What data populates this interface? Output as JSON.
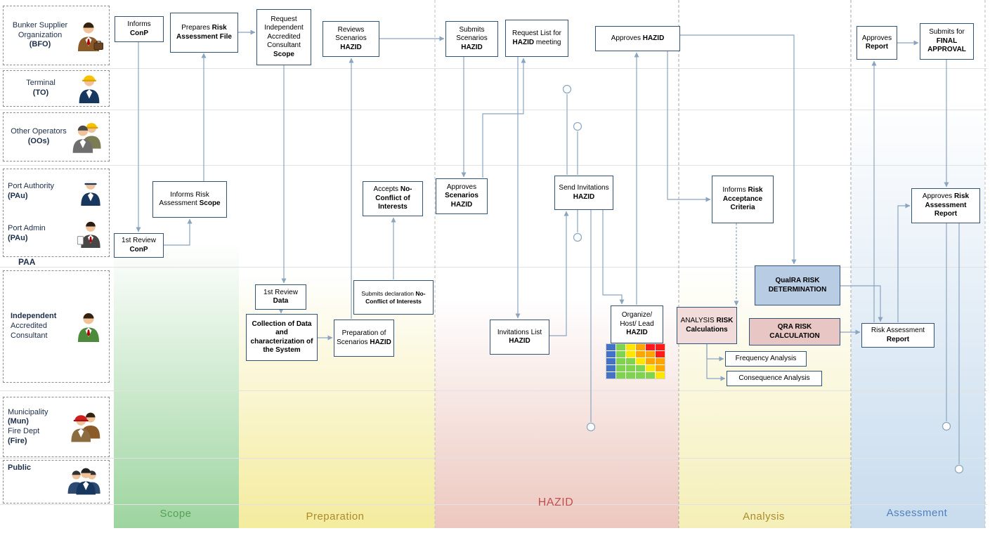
{
  "lanes": {
    "bfo": {
      "label": "Bunker Supplier Organization",
      "abbr": "(BFO)"
    },
    "terminal": {
      "label": "Terminal",
      "abbr": "(TO)"
    },
    "oos": {
      "label": "Other Operators",
      "abbr": "(OOs)"
    },
    "paa": {
      "row1_label": "Port Authority",
      "row1_abbr": "(PAu)",
      "row2_label": "Port Admin",
      "row2_abbr": "(PAu)",
      "group_label": "PAA"
    },
    "consultant": {
      "bold": "Independent",
      "rest": "Accredited Consultant"
    },
    "municipality": {
      "l1": "Municipality",
      "a1": "(Mun)",
      "l2": "Fire Dept",
      "a2": "(Fire)"
    },
    "public": {
      "label": "Public"
    }
  },
  "phases": {
    "scope": {
      "label": "Scope",
      "text_color": "#54a058",
      "band_color": "#92d094"
    },
    "preparation": {
      "label": "Preparation",
      "text_color": "#ac8b2f",
      "band_color": "#f2e88c"
    },
    "hazid": {
      "label": "HAZID",
      "text_color": "#c0504d",
      "band_color": "#e9beb4"
    },
    "analysis": {
      "label": "Analysis",
      "text_color": "#ac8b2f",
      "band_color": "#f3ecaa"
    },
    "assessment": {
      "label": "Assessment",
      "text_color": "#4f81bd",
      "band_color": "#c2d8ec"
    }
  },
  "nodes": {
    "informs_conp": {
      "t": "Informs",
      "b": "ConP"
    },
    "prepares_raf": {
      "t": "Prepares",
      "b": "Risk Assessment File"
    },
    "request_consultant": {
      "t": "Request Independent Accredited Consultant",
      "b": "Scope"
    },
    "reviews_scenarios": {
      "t": "Reviews Scenarios",
      "b": "HAZID"
    },
    "submits_scenarios": {
      "t": "Submits Scenarios",
      "b": "HAZID"
    },
    "request_list": {
      "t": "Request List for",
      "b": "HAZID",
      "t2": "meeting"
    },
    "approves_hazid": {
      "t": "Approves",
      "b": "HAZID"
    },
    "approves_report": {
      "t": "Approves",
      "b": "Report"
    },
    "submits_final": {
      "t": "Submits for",
      "b": "FINAL APPROVAL"
    },
    "informs_ra_scope": {
      "t": "Informs Risk Assessment",
      "b": "Scope"
    },
    "first_review_conp": {
      "t": "1st Review",
      "b": "ConP"
    },
    "accepts_no_conflict": {
      "t": "Accepts",
      "b": "No-Conflict of Interests"
    },
    "approves_scenarios": {
      "t": "Approves",
      "b": "Scenarios HAZID"
    },
    "send_invitations": {
      "t": "Send Invitations",
      "b": "HAZID"
    },
    "informs_criteria": {
      "t": "Informs",
      "b": "Risk Acceptance Criteria"
    },
    "approves_ra_report": {
      "t": "Approves",
      "b": "Risk Assessment Report"
    },
    "first_review_data": {
      "t": "1st Review",
      "b": "Data"
    },
    "submits_declaration": {
      "t": "Submits declaration",
      "b": "No-Conflict of Interests"
    },
    "collection_data": {
      "b": "Collection of Data and characterization of the System"
    },
    "preparation_scenarios": {
      "t": "Preparation of Scenarios",
      "b": "HAZID"
    },
    "invitations_list": {
      "t": "Invitations List",
      "b": "HAZID"
    },
    "organize_hazid": {
      "t": "Organize/ Host/ Lead",
      "b": "HAZID"
    },
    "analysis_risk": {
      "t": "ANALYSIS",
      "b": "RISK Calculations"
    },
    "qualra": {
      "b": "QualRA RISK DETERMINATION"
    },
    "qra": {
      "b": "QRA RISK CALCULATION"
    },
    "frequency": {
      "t": "Frequency Analysis"
    },
    "consequence": {
      "t": "Consequence Analysis"
    },
    "ra_report": {
      "t": "Risk Assessment",
      "b": "Report"
    }
  },
  "icons": {
    "bfo": "businessman-with-briefcase",
    "terminal": "construction-worker",
    "oos": "worker-group",
    "port_authority": "ship-captain",
    "port_admin": "administrator-with-clipboard",
    "consultant": "consultant-person",
    "municipality": "firefighter-and-official",
    "public": "people-group",
    "risk_matrix": "risk-matrix-heatmap"
  },
  "colors": {
    "arrow": "#8aa5c0",
    "node_border": "#31537a",
    "qualra_bg": "#b8cce4",
    "analysis_bg": "#f2dcdb",
    "qra_bg": "#e8c6c4"
  }
}
